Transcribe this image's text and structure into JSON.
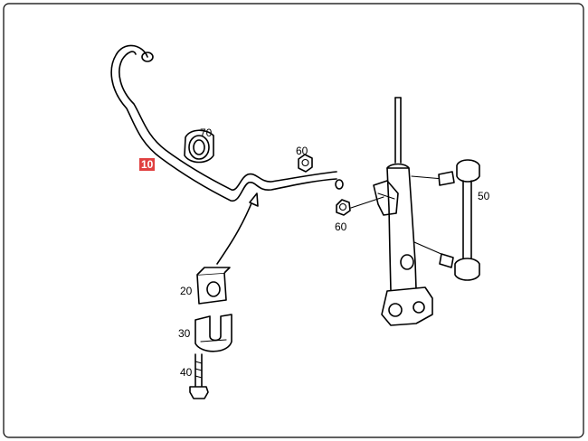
{
  "accent_color": "#e04040",
  "labels": {
    "stabilizer_bar": "10",
    "bushing_clamp": "20",
    "bushing_bracket": "30",
    "bolt": "40",
    "link": "50",
    "nut_upper": "60",
    "nut_lower": "60",
    "rubber_mount": "70"
  }
}
